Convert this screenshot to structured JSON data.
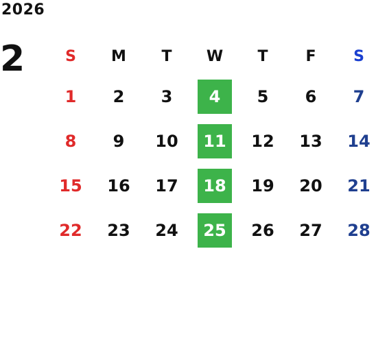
{
  "year": "2026",
  "month": "2",
  "weekdays": [
    "S",
    "M",
    "T",
    "W",
    "T",
    "F",
    "S"
  ],
  "weeks": [
    [
      "1",
      "2",
      "3",
      "4",
      "5",
      "6",
      "7"
    ],
    [
      "8",
      "9",
      "10",
      "11",
      "12",
      "13",
      "14"
    ],
    [
      "15",
      "16",
      "17",
      "18",
      "19",
      "20",
      "21"
    ],
    [
      "22",
      "23",
      "24",
      "25",
      "26",
      "27",
      "28"
    ]
  ],
  "colors": {
    "sunday": "#e02a2a",
    "saturday_header": "#1a3fd0",
    "saturday": "#1f3f8f",
    "highlight": "#3db34a"
  }
}
